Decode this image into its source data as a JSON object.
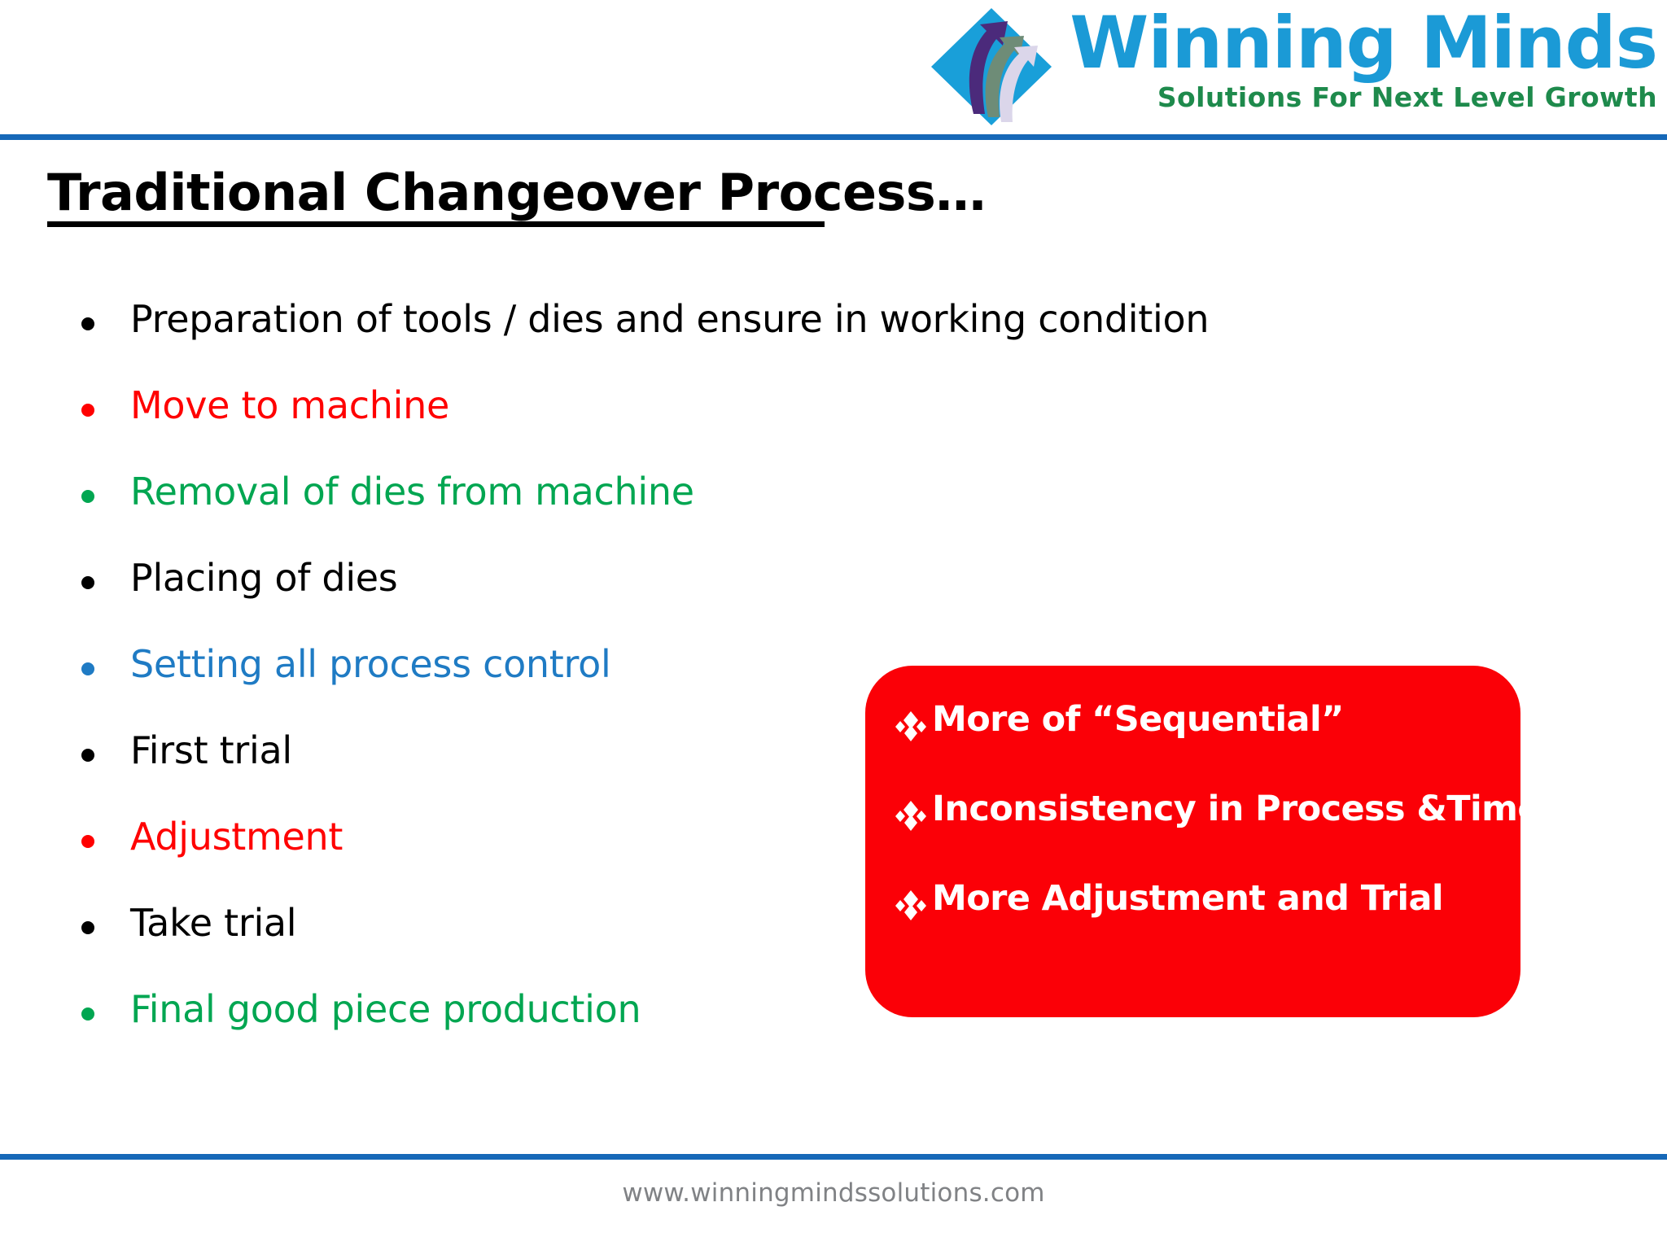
{
  "header": {
    "brand_name": "Winning Minds",
    "brand_tagline": "Solutions For Next Level Growth",
    "logo_icon": "diamond-arrows-logo",
    "divider_color": "#1668B8"
  },
  "title": {
    "text": "Traditional Changeover Process…",
    "color": "#000000",
    "underlined": true
  },
  "process_list": {
    "items": [
      {
        "label": "Preparation of tools / dies  and ensure in working condition",
        "color": "#000000"
      },
      {
        "label": "Move to machine",
        "color": "#FF0000"
      },
      {
        "label": "Removal of dies from machine",
        "color": "#00A651"
      },
      {
        "label": "Placing of dies",
        "color": "#000000"
      },
      {
        "label": "Setting all process control",
        "color": "#1F7BC4"
      },
      {
        "label": "First trial",
        "color": "#000000"
      },
      {
        "label": "Adjustment",
        "color": "#FF0000"
      },
      {
        "label": "Take trial",
        "color": "#000000"
      },
      {
        "label": "Final good piece production",
        "color": "#00A651"
      }
    ]
  },
  "callout": {
    "background_color": "#FB0007",
    "text_color": "#FFFFFF",
    "bullet_icon": "diamond-cluster-icon",
    "items": [
      {
        "label": "More of “Sequential”"
      },
      {
        "label": "Inconsistency in Process &Time"
      },
      {
        "label": "More Adjustment  and Trial"
      }
    ]
  },
  "footer": {
    "url": "www.winningmindssolutions.com",
    "divider_color": "#1668B8"
  }
}
